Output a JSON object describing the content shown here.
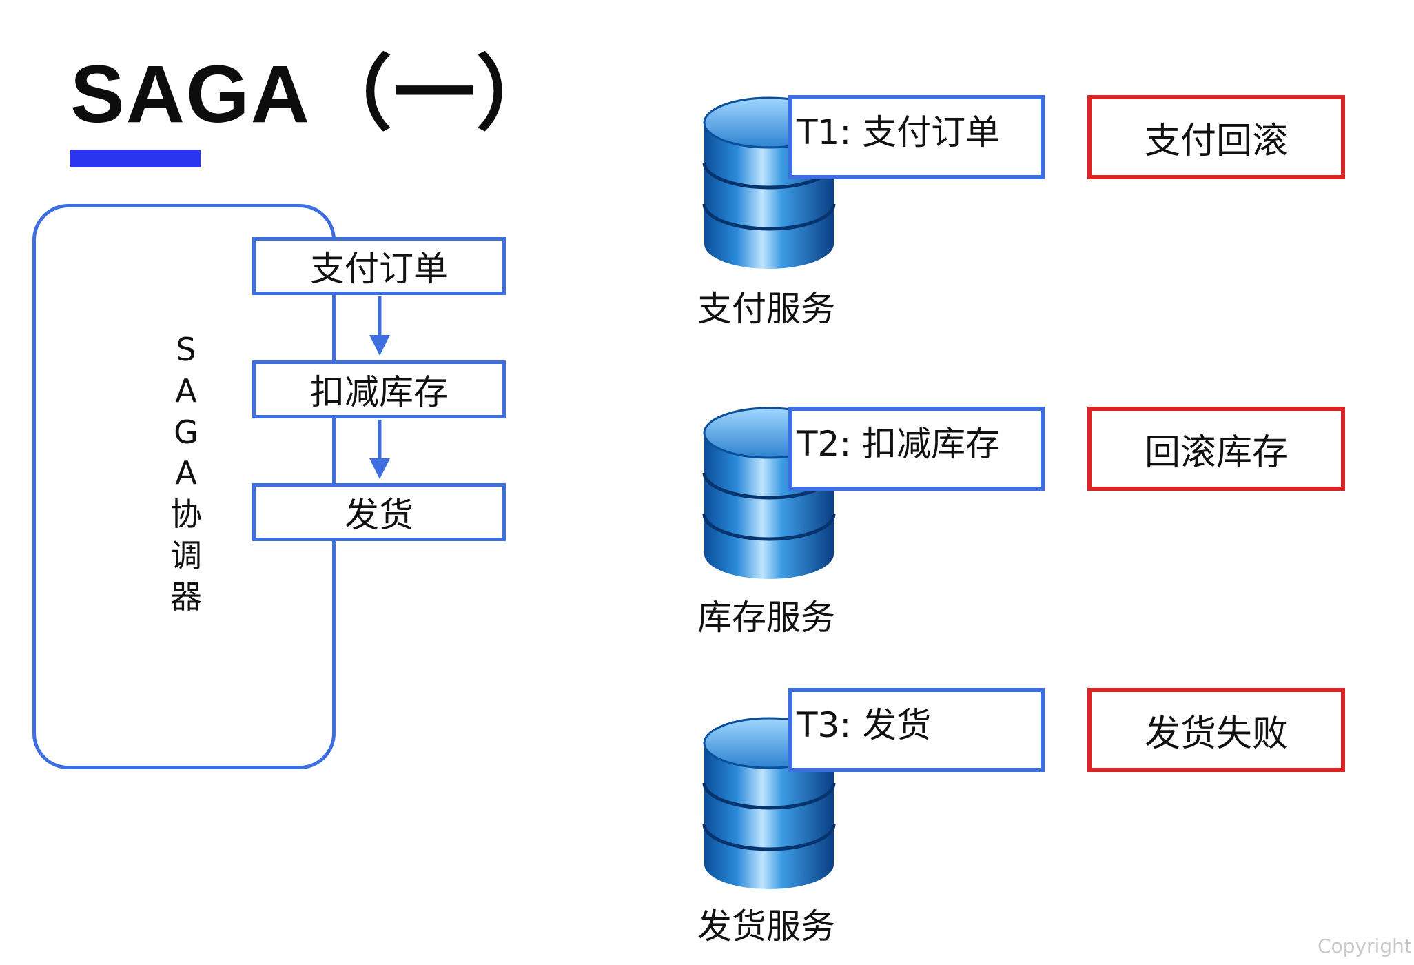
{
  "title": "SAGA（一）",
  "colors": {
    "accent_blue": "#3d6fe0",
    "underline_blue": "#2a35f0",
    "compensation_red": "#dd2424"
  },
  "coordinator": {
    "label_chars": [
      "S",
      "A",
      "G",
      "A",
      "协",
      "调",
      "器"
    ],
    "steps": [
      "支付订单",
      "扣减库存",
      "发货"
    ]
  },
  "services": [
    {
      "icon": "database-icon",
      "tx_label": "T1: 支付订单",
      "service_label": "支付服务",
      "compensation": "支付回滚"
    },
    {
      "icon": "database-icon",
      "tx_label": "T2: 扣减库存",
      "service_label": "库存服务",
      "compensation": "回滚库存"
    },
    {
      "icon": "database-icon",
      "tx_label": "T3: 发货",
      "service_label": "发货服务",
      "compensation": "发货失败"
    }
  ],
  "copyright": "Copyright ©"
}
